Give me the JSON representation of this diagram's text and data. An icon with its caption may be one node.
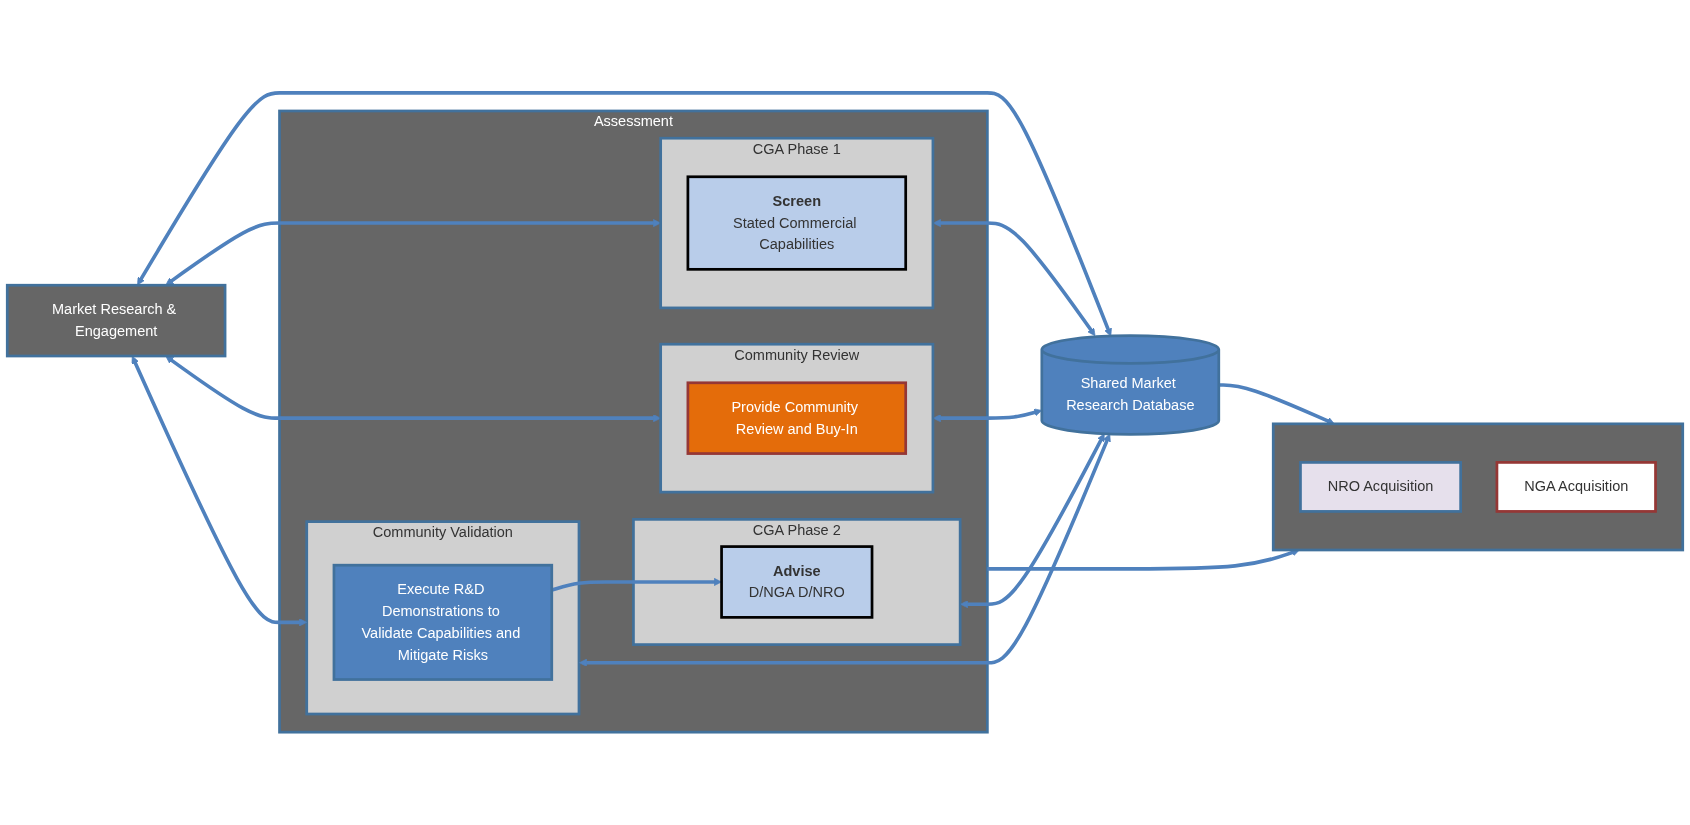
{
  "diagram": {
    "nodes": [
      {
        "text": [
          "Market Research & Engagement"
        ]
      },
      {
        "text": [
          "Assessment"
        ]
      },
      {
        "text": [
          "CGA Phase 1"
        ],
        "in": 1
      },
      {
        "text": [
          "Screen",
          "Stated Commercial Capabilities"
        ],
        "in": 2
      },
      {
        "text": [
          "Community Review"
        ],
        "in": 1
      },
      {
        "text": [
          "Provide Community Review and Buy-In"
        ],
        "in": 4
      },
      {
        "text": [
          "Community Validation"
        ],
        "in": 1
      },
      {
        "text": [
          "Execute R&D Demonstrations to Validate Capabilities and Mitigate Risks"
        ],
        "in": 6
      },
      {
        "text": [
          "CGA Phase 2"
        ],
        "in": 1
      },
      {
        "text": [
          "Advise",
          "D/NGA D/NRO"
        ],
        "in": 8
      },
      {
        "text": [],
        "shape": "box"
      },
      {
        "text": [
          "NRO Acquisition"
        ],
        "in": 10
      },
      {
        "text": [
          "NGA Acquisition"
        ],
        "in": 10
      },
      {
        "text": [
          "Shared Market Research Database"
        ]
      }
    ],
    "edges": [
      {
        "from": 0,
        "to": 2,
        "arrow": "both"
      },
      {
        "from": 0,
        "to": 4,
        "arrow": "both"
      },
      {
        "from": 0,
        "to": 6,
        "arrow": "both"
      },
      {
        "from": 7,
        "to": 9,
        "arrow": "to"
      },
      {
        "from": 1,
        "to": 10,
        "arrow": "to"
      },
      {
        "from": 2,
        "to": 13,
        "arrow": "both"
      },
      {
        "from": 4,
        "to": 13,
        "arrow": "both"
      },
      {
        "from": 6,
        "to": 13,
        "arrow": "both"
      },
      {
        "from": 8,
        "to": 13,
        "arrow": "both"
      },
      {
        "from": 0,
        "to": 13,
        "arrow": "both"
      },
      {
        "from": 13,
        "to": 10,
        "arrow": "to"
      }
    ]
  }
}
